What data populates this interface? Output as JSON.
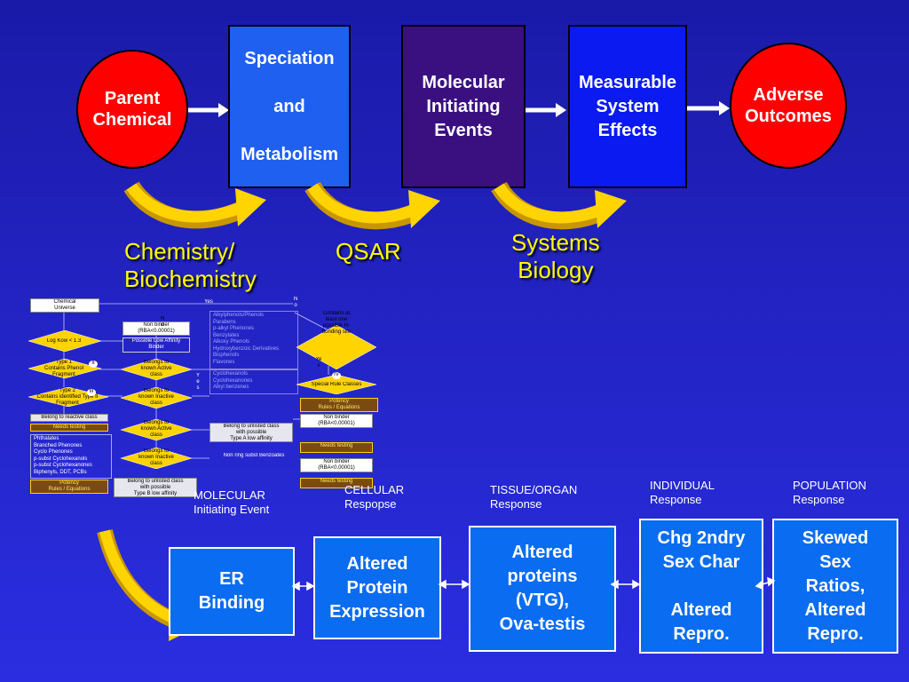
{
  "top_row": {
    "parent": "Parent\nChemical",
    "speciation_line1": "Speciation",
    "speciation_line2": "and",
    "speciation_line3": "Metabolism",
    "mie": "Molecular\nInitiating\nEvents",
    "mse": "Measurable\nSystem\nEffects",
    "adverse": "Adverse\nOutcomes",
    "colors": {
      "circle": "#ff0000",
      "speciation": "#2060f0",
      "mie": "#3a1080",
      "mse": "#0a1af0"
    }
  },
  "disciplines": {
    "chem": "Chemistry/\nBiochemistry",
    "qsar": "QSAR",
    "systems": "Systems\nBiology"
  },
  "flowchart": {
    "chemical_universe": "Chemical\nUniverse",
    "yes_top": "Yes",
    "no_top": "N\no",
    "log_kow": "Log Kow < 1.3",
    "type1": "Type 1\nContains Phenol\nFragment",
    "type2": "Type 2\nContains identified Type II\nFragment",
    "belongs_reactive": "Belong to reactive class",
    "needs_testing_1": "Needs testing",
    "list_left": [
      "Phthalates",
      "Branched Phenones",
      "Cyclo Phenones",
      "p-subst Cyclohexanols",
      "p-subst Cyclohexanones",
      "Biphenyls, DDT, PCBs"
    ],
    "potency_left": "Potency\nRules / Equations",
    "nonbinder_1": "Non binder\n(RBA<0.00001)",
    "low_affinity": "Possible Low Affinity\nBinder",
    "belongs_active_1": "Belongs to\nknown Active\nclass",
    "belongs_inactive_1": "Belongs to\nknown Inactive\nclass",
    "belongs_active_2": "Belongs to\nknown Active\nclass",
    "belongs_inactive_2": "Belongs to\nknown Inactive\nclass",
    "belong_class_b": "Belong to unlisted class\nwith possible\nType B low affinity",
    "list_mid": [
      "Alkylphenols/Phenols",
      "Parabens",
      "p-alkyl Phenones",
      "Benzylates",
      "Alkoxy Phenols",
      "Hydroxybenzoic Derivatives",
      "Bisphenols",
      "Flavones"
    ],
    "list_mid2": [
      "Cyclohexanols",
      "Cyclohexanones",
      "Alkyl benzenes"
    ],
    "belong_class_a": "Belong to unlisted class\nwith possible\nType A low affinity",
    "nonring": "Non ring subst Benzoates",
    "contains_h": "Contains at least one possible H-bonding site",
    "yes_mid": "Ye\ns",
    "special_rules": "Special Rule Classes",
    "roman4": "IV",
    "roman2": "II",
    "roman3": "III",
    "potency_mid": "Potency\nRules / Equations",
    "nonbinder_2": "Non binder\n(RBA<0.00001)",
    "needs_testing_2": "Needs testing",
    "nonbinder_3": "Non binder\n(RBA<0.00001)",
    "needs_testing_3": "Needs testing",
    "small_yes": "Y\ne\ns",
    "small_no": "N\no"
  },
  "levels": {
    "molecular": {
      "title": "MOLECULAR",
      "sub": "Initiating Event"
    },
    "cellular": {
      "title": "CELLULAR",
      "sub": "Respopse"
    },
    "tissue": {
      "title": "TISSUE/ORGAN",
      "sub": "Response"
    },
    "individual": {
      "title": "INDIVIDUAL",
      "sub": "Response"
    },
    "population": {
      "title": "POPULATION",
      "sub": "Response"
    }
  },
  "bottom_boxes": {
    "er": "ER\nBinding",
    "protein": "Altered\nProtein\nExpression",
    "vtg": "Altered\nproteins\n(VTG),\nOva-testis",
    "sexchar": "Chg 2ndry\nSex Char\n\nAltered\nRepro.",
    "ratios": "Skewed\nSex\nRatios,\nAltered\nRepro."
  }
}
